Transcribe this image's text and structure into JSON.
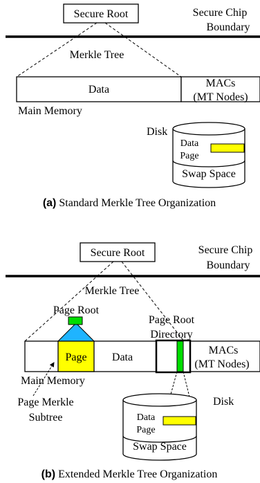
{
  "colors": {
    "page_fill": "#ffff00",
    "page_root_fill": "#00dd00",
    "page_triangle_fill": "#1fb4ff",
    "directory_bar_fill": "#00dd00",
    "data_page_fill": "#ffff00",
    "line": "#000000"
  },
  "panel_a": {
    "secure_root": "Secure Root",
    "chip_boundary_line1": "Secure Chip",
    "chip_boundary_line2": "Boundary",
    "merkle_tree": "Merkle Tree",
    "data": "Data",
    "macs_line1": "MACs",
    "macs_line2": "(MT Nodes)",
    "main_memory": "Main Memory",
    "disk": "Disk",
    "data_page_line1": "Data",
    "data_page_line2": "Page",
    "swap_space": "Swap Space",
    "caption_label": "(a)",
    "caption_text": " Standard Merkle Tree Organization"
  },
  "panel_b": {
    "secure_root": "Secure Root",
    "chip_boundary_line1": "Secure Chip",
    "chip_boundary_line2": "Boundary",
    "merkle_tree": "Merkle Tree",
    "page_root": "Page Root",
    "page_root_directory_line1": "Page Root",
    "page_root_directory_line2": "Directory",
    "page": "Page",
    "data": "Data",
    "macs_line1": "MACs",
    "macs_line2": "(MT Nodes)",
    "main_memory": "Main Memory",
    "page_merkle_subtree_line1": "Page Merkle",
    "page_merkle_subtree_line2": "Subtree",
    "disk": "Disk",
    "data_page_line1": "Data",
    "data_page_line2": "Page",
    "swap_space": "Swap Space",
    "caption_label": "(b)",
    "caption_text": " Extended Merkle Tree Organization"
  }
}
